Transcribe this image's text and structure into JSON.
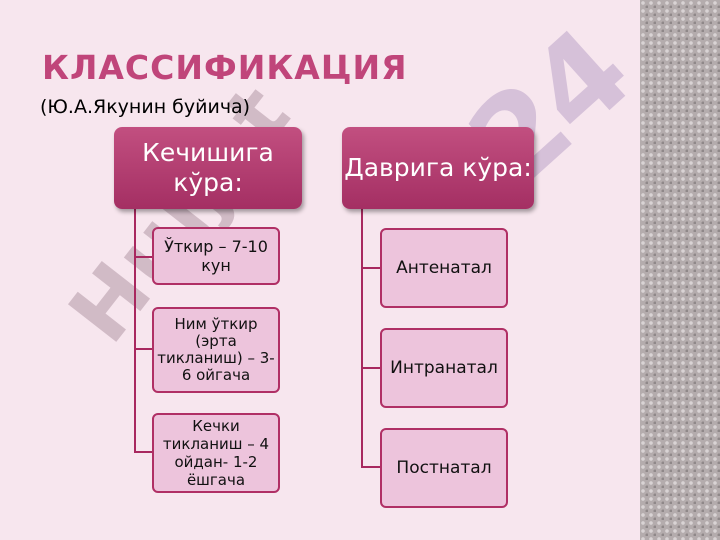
{
  "title": "КЛАССИФИКАЦИЯ",
  "subtitle": "(Ю.А.Якунин буйича)",
  "watermark": {
    "left": "Hujjat",
    "right": "24"
  },
  "colors": {
    "accent": "#c0457a",
    "header_fill": "#b23a6f",
    "child_fill": "#edc4dc",
    "child_border": "#b02f65",
    "background": "#f7e6ee"
  },
  "branches": [
    {
      "header": "Кечишига кўра:",
      "children": [
        "Ўткир – 7-10 кун",
        "Ним ўткир (эрта тикланиш) – 3-6 ойгача",
        "Кечки тикланиш – 4 ойдан- 1-2 ёшгача"
      ]
    },
    {
      "header": "Даврига кўра:",
      "children": [
        "Антенатал",
        "Интранатал",
        "Постнатал"
      ]
    }
  ]
}
